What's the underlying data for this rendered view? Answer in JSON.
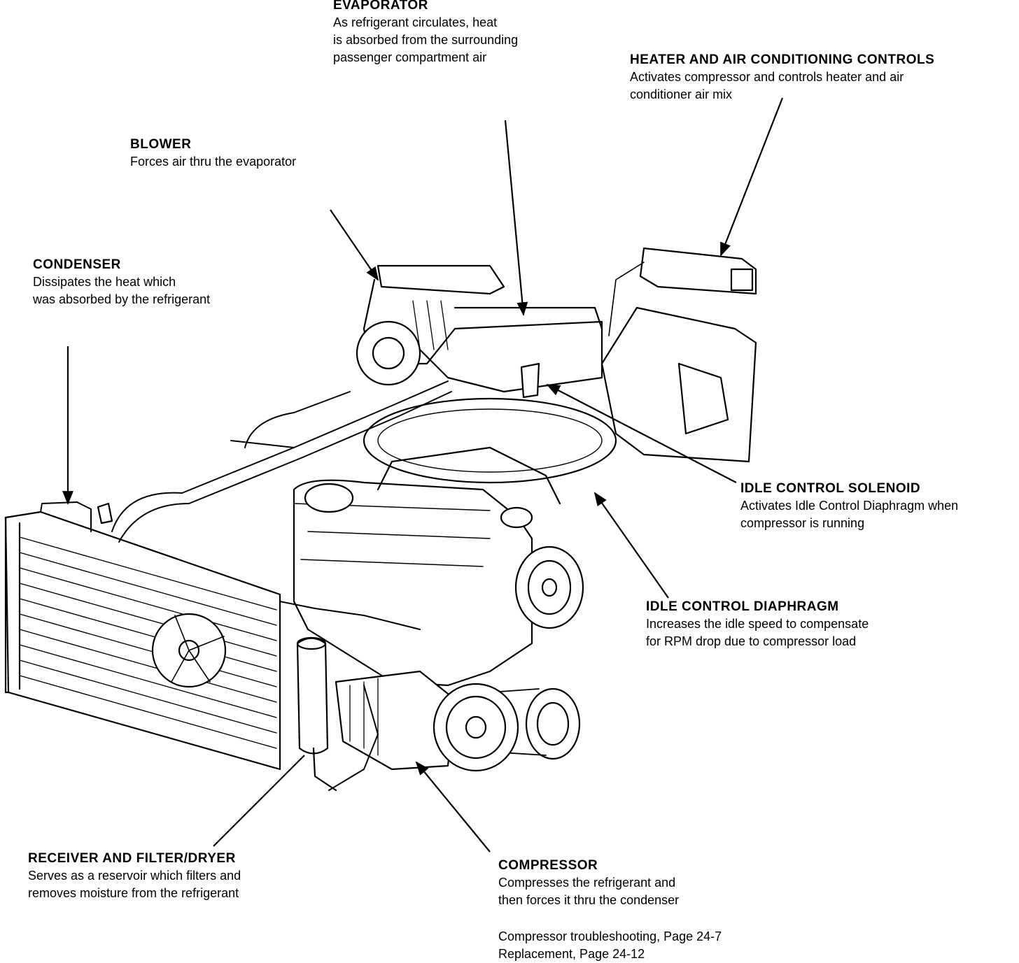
{
  "components": {
    "evaporator": {
      "title": "EVAPORATOR",
      "lines": [
        "As refrigerant circulates, heat",
        "is absorbed from the surrounding",
        "passenger compartment air"
      ]
    },
    "controls": {
      "title": "HEATER AND AIR CONDITIONING CONTROLS",
      "lines": [
        "Activates compressor and controls heater and air",
        "conditioner air mix"
      ]
    },
    "blower": {
      "title": "BLOWER",
      "lines": [
        "Forces air thru the evaporator"
      ]
    },
    "condenser": {
      "title": "CONDENSER",
      "lines": [
        "Dissipates the heat which",
        "was absorbed by the refrigerant"
      ]
    },
    "idle_solenoid": {
      "title": "IDLE CONTROL SOLENOID",
      "lines": [
        "Activates Idle Control Diaphragm when",
        "compressor is running"
      ]
    },
    "idle_diaphragm": {
      "title": "IDLE CONTROL DIAPHRAGM",
      "lines": [
        "Increases the idle speed to compensate",
        "for RPM drop due to compressor load"
      ]
    },
    "receiver": {
      "title": "RECEIVER AND FILTER/DRYER",
      "lines": [
        "Serves as a reservoir which filters and",
        "removes moisture from the refrigerant"
      ]
    },
    "compressor": {
      "title": "COMPRESSOR",
      "lines": [
        "Compresses the refrigerant and",
        "then forces it thru the condenser"
      ]
    }
  },
  "references": [
    "Compressor troubleshooting, Page 24-7",
    "Replacement, Page 24-12"
  ]
}
